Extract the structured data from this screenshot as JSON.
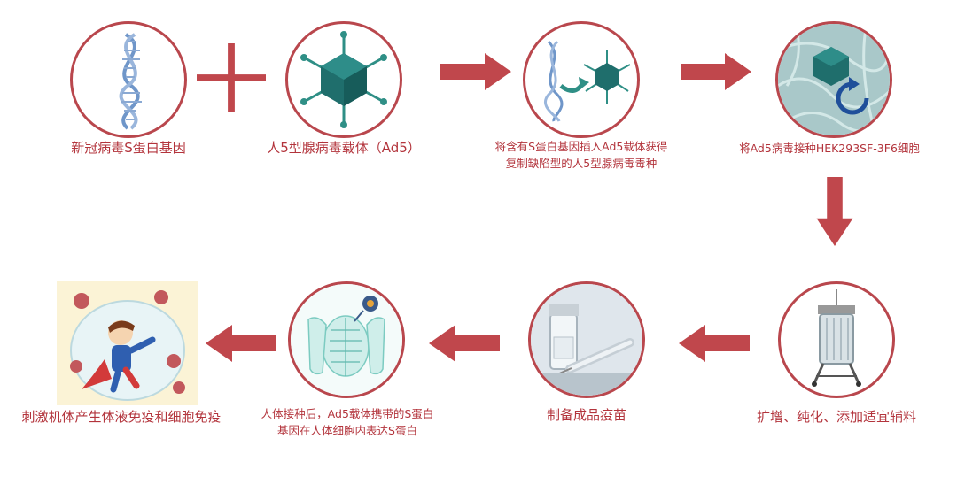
{
  "colors": {
    "accent_red": "#c0474c",
    "label_red": "#b3343c",
    "virus_teal": "#1f7d7a",
    "dna_blue": "#6f96c9"
  },
  "steps": [
    {
      "label": "新冠病毒S蛋白基因",
      "icon": "dna-icon"
    },
    {
      "label": "人5型腺病毒载体（Ad5）",
      "icon": "adenovirus-icon"
    },
    {
      "line1": "将含有S蛋白基因插入Ad5载体获得",
      "line2": "复制缺陷型的人5型腺病毒毒种",
      "icon": "gene-insertion-icon"
    },
    {
      "label": "将Ad5病毒接种HEK293SF-3F6细胞",
      "icon": "cell-culture-icon"
    },
    {
      "label": "扩增、纯化、添加适宜辅料",
      "icon": "bioreactor-icon"
    },
    {
      "label": "制备成品疫苗",
      "icon": "vaccine-vial-icon"
    },
    {
      "line1": "人体接种后，Ad5载体携带的S蛋白",
      "line2": "基因在人体细胞内表达S蛋白",
      "icon": "human-body-icon"
    },
    {
      "label": "刺激机体产生体液免疫和细胞免疫",
      "icon": "superhero-immunity-icon"
    }
  ]
}
